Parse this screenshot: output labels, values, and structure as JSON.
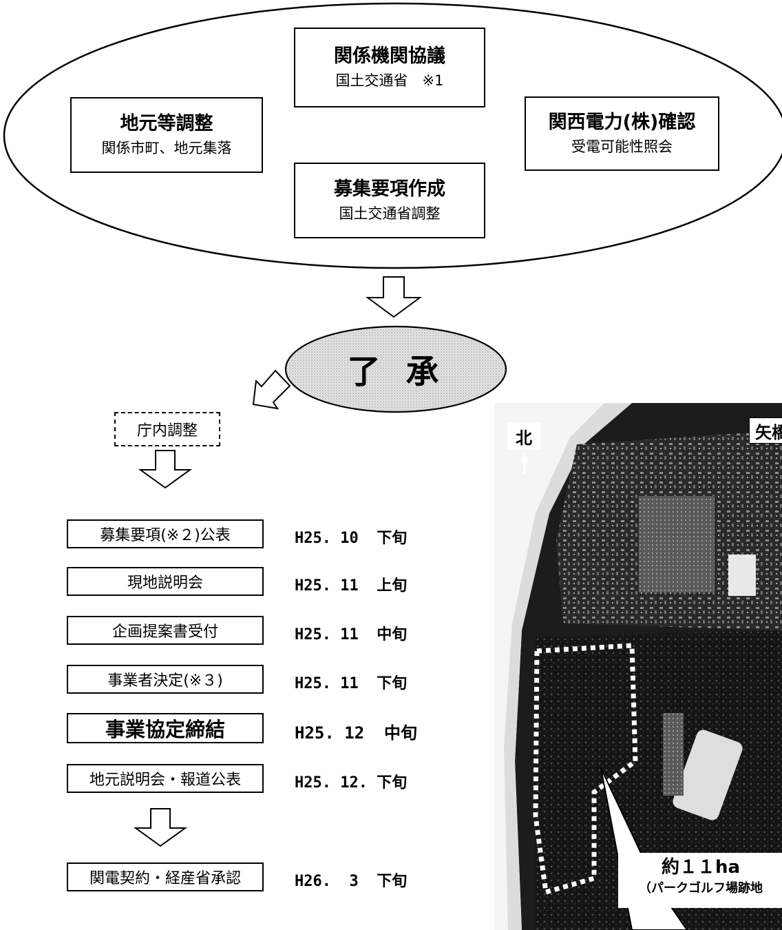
{
  "oval_boxes": {
    "kankei": {
      "title": "関係機関協議",
      "sub": "国土交通省　※1"
    },
    "jimoto": {
      "title": "地元等調整",
      "sub": "関係市町、地元集落"
    },
    "kansai": {
      "title": "関西電力(株)確認",
      "sub": "受電可能性照会"
    },
    "boshu": {
      "title": "募集要項作成",
      "sub": "国土交通省調整"
    }
  },
  "approval": "了 承",
  "internal": "庁内調整",
  "steps": [
    {
      "label": "募集要項(※２)公表",
      "date": "H25. 10  下旬"
    },
    {
      "label": "現地説明会",
      "date": "H25. 11  上旬"
    },
    {
      "label": "企画提案書受付",
      "date": "H25. 11  中旬"
    },
    {
      "label": "事業者決定(※３)",
      "date": "H25. 11  下旬"
    },
    {
      "label": "事業協定締結",
      "date": "H25. 12  中旬"
    },
    {
      "label": "地元説明会・報道公表",
      "date": "H25. 12. 下旬"
    },
    {
      "label": "関電契約・経産省承認",
      "date": "H26.  3  下旬"
    }
  ],
  "map": {
    "north": "北",
    "corner_label": "矢橋",
    "area": "約１１ha",
    "area_note": "（パークゴルフ場跡地"
  },
  "colors": {
    "map_bg": "#1c1c1c",
    "approval_fill": "#d6d6d6"
  }
}
